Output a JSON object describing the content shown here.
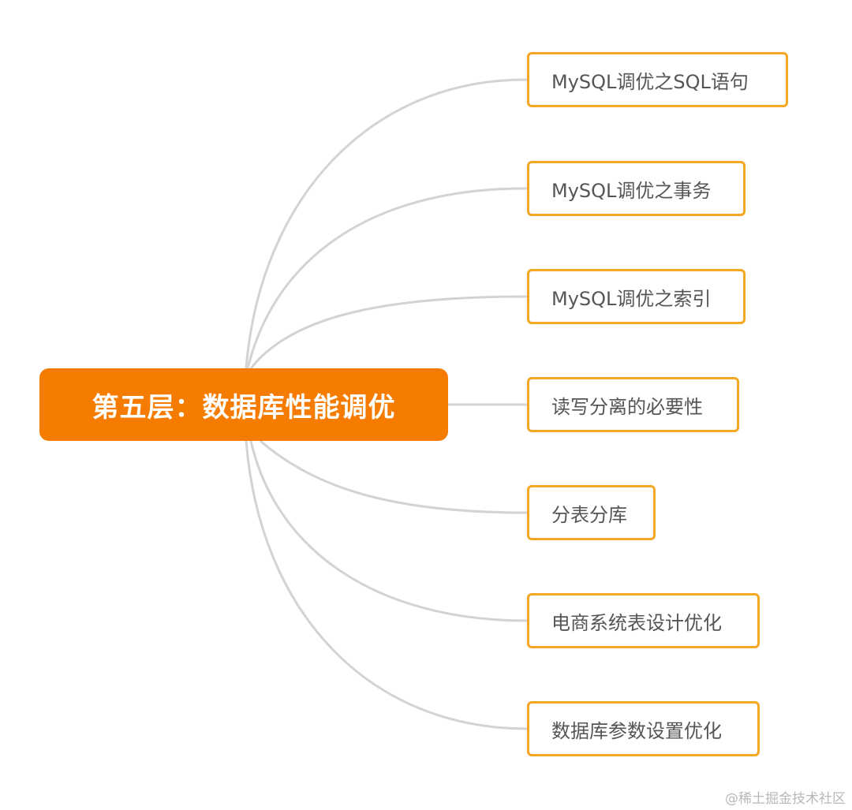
{
  "root": {
    "label": "第五层：数据库性能调优",
    "color": "#f57c00"
  },
  "children": [
    {
      "label": "MySQL调优之SQL语句"
    },
    {
      "label": "MySQL调优之事务"
    },
    {
      "label": "MySQL调优之索引"
    },
    {
      "label": "读写分离的必要性"
    },
    {
      "label": "分表分库"
    },
    {
      "label": "电商系统表设计优化"
    },
    {
      "label": "数据库参数设置优化"
    }
  ],
  "colors": {
    "child_border": "#f5a623",
    "connector": "#d3d3d3"
  },
  "watermark": "@稀土掘金技术社区"
}
